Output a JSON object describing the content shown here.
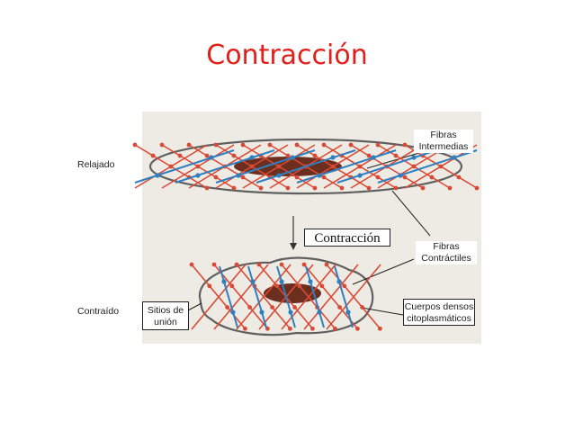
{
  "title": "Contracción",
  "labels": {
    "relajado": "Relajado",
    "contraido": "Contraído",
    "fibras_intermedias": [
      "Fibras",
      "Intermedias"
    ],
    "fibras_contractiles": [
      "Fibras",
      "Contráctiles"
    ],
    "cuerpos_densos": [
      "Cuerpos densos",
      "citoplasmáticos"
    ],
    "sitios_union": [
      "Sitios de",
      "unión"
    ],
    "contraccion_box": "Contracción"
  },
  "colors": {
    "title": "#e0201b",
    "nucleus": "#6b2e1f",
    "intermediate_fiber": "#2f7fc0",
    "contractile_fiber": "#d84a35",
    "membrane": "#555555"
  }
}
